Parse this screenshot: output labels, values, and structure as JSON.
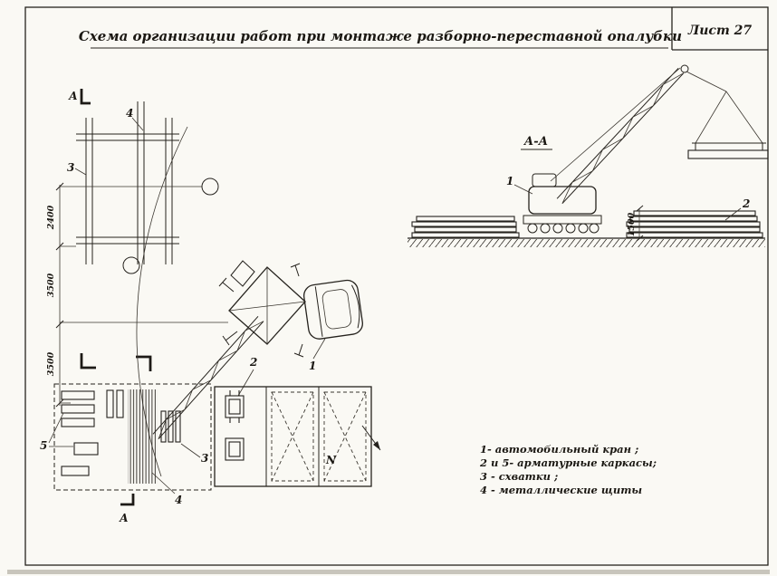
{
  "sheet": {
    "title": "Схема организации работ при монтаже разборно-переставной опалубки",
    "number_label": "Лист 27"
  },
  "section": {
    "letter": "А",
    "view_label": "А-А"
  },
  "dimensions": {
    "plan_left": [
      "2400",
      "3500",
      "3500"
    ],
    "stack_height": "1500"
  },
  "callouts": {
    "crane": "1",
    "rebar": "2",
    "braces": "3",
    "shields": "4",
    "stacks": "5",
    "north": "N"
  },
  "legend": {
    "items": [
      "1- автомобильный кран ;",
      "2 и 5- арматурные каркасы;",
      "3 - схватки ;",
      "4 - металлические щиты"
    ]
  }
}
